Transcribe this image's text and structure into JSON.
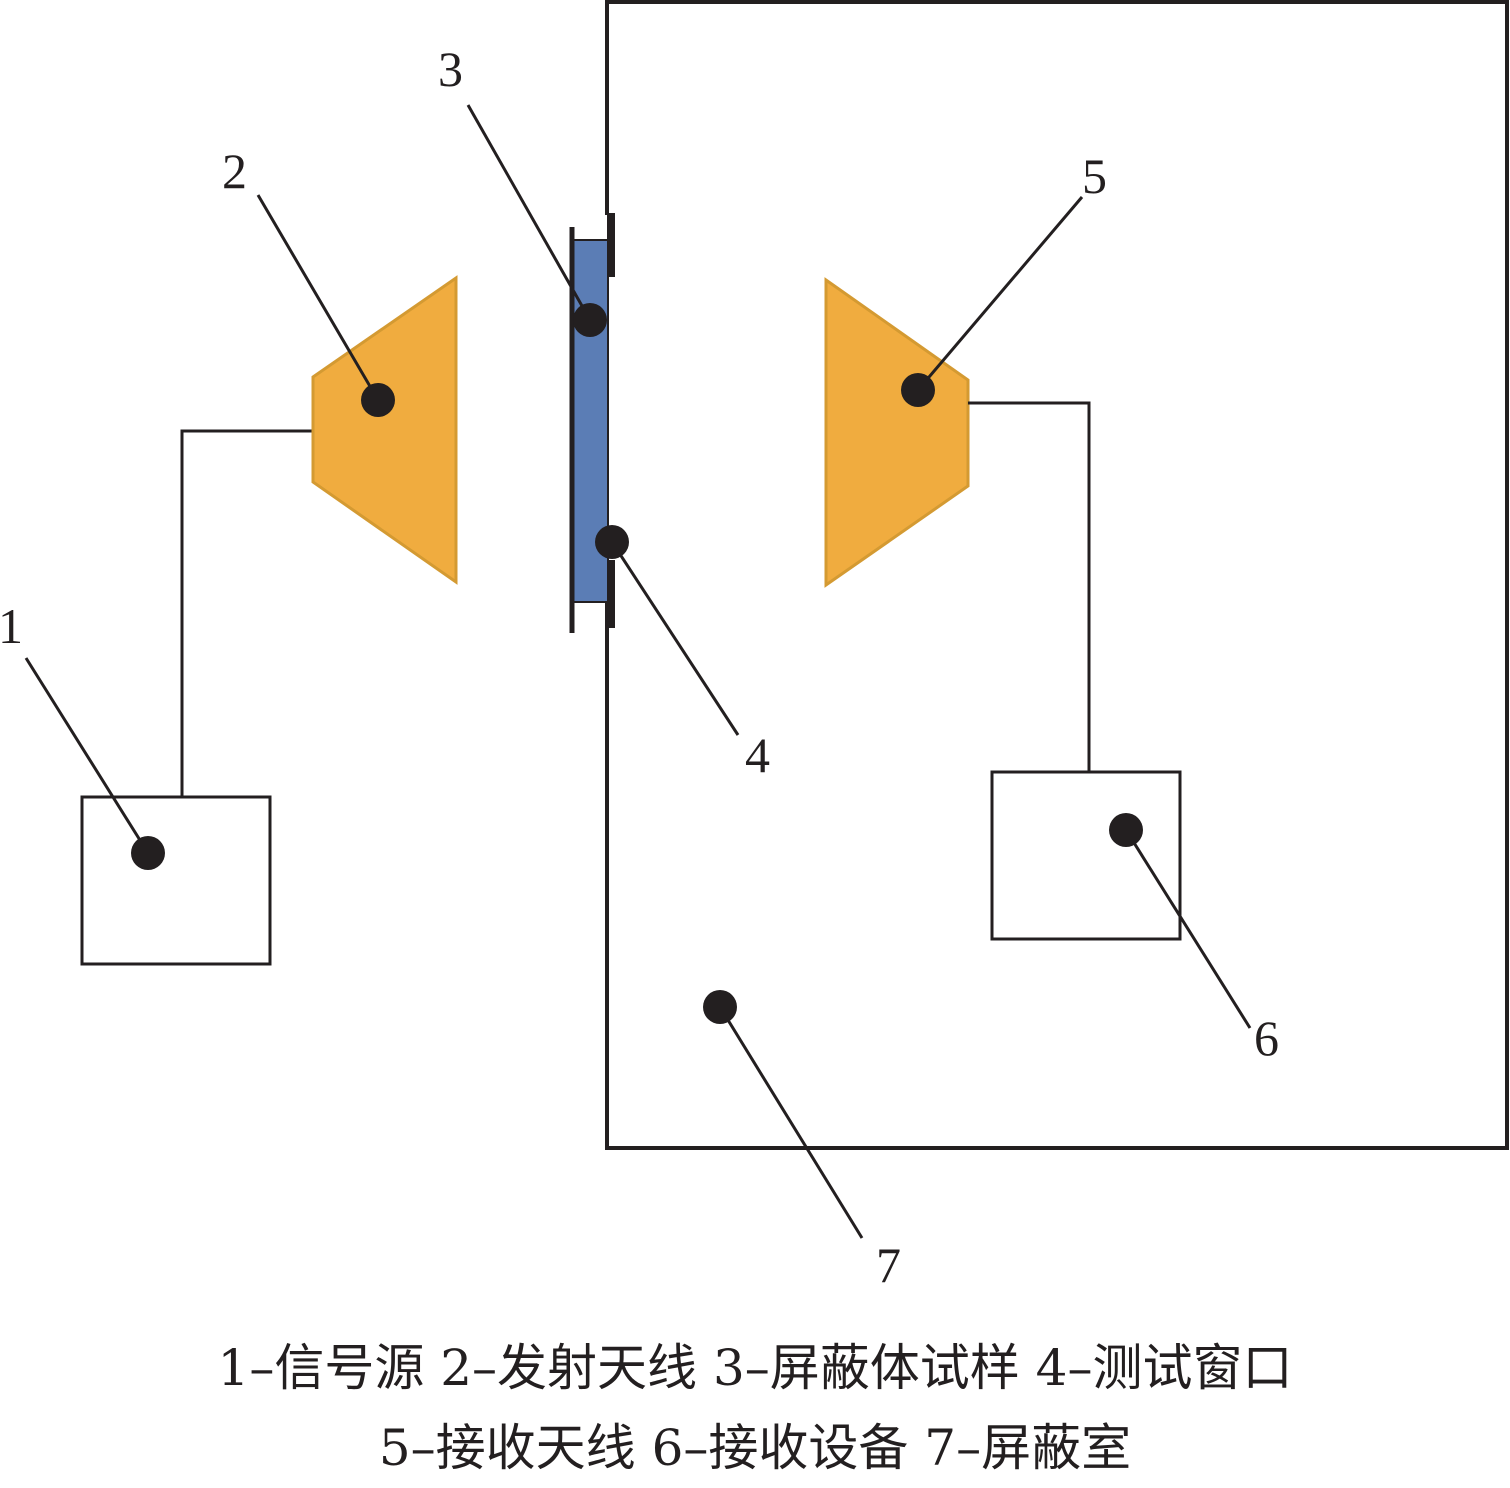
{
  "diagram": {
    "labels": {
      "signal_source": "1",
      "transmit_antenna": "2",
      "shield_sample": "3",
      "test_window": "4",
      "receive_antenna": "5",
      "receive_equipment": "6",
      "shielded_room": "7"
    },
    "colors": {
      "antenna_fill": "#f0ac3f",
      "antenna_stroke": "#d49a32",
      "sample_fill": "#5b7db5",
      "line": "#231f20"
    }
  },
  "caption": {
    "line1": "1–信号源 2–发射天线 3–屏蔽体试样 4–测试窗口",
    "line2": "5–接收天线 6–接收设备 7–屏蔽室"
  }
}
